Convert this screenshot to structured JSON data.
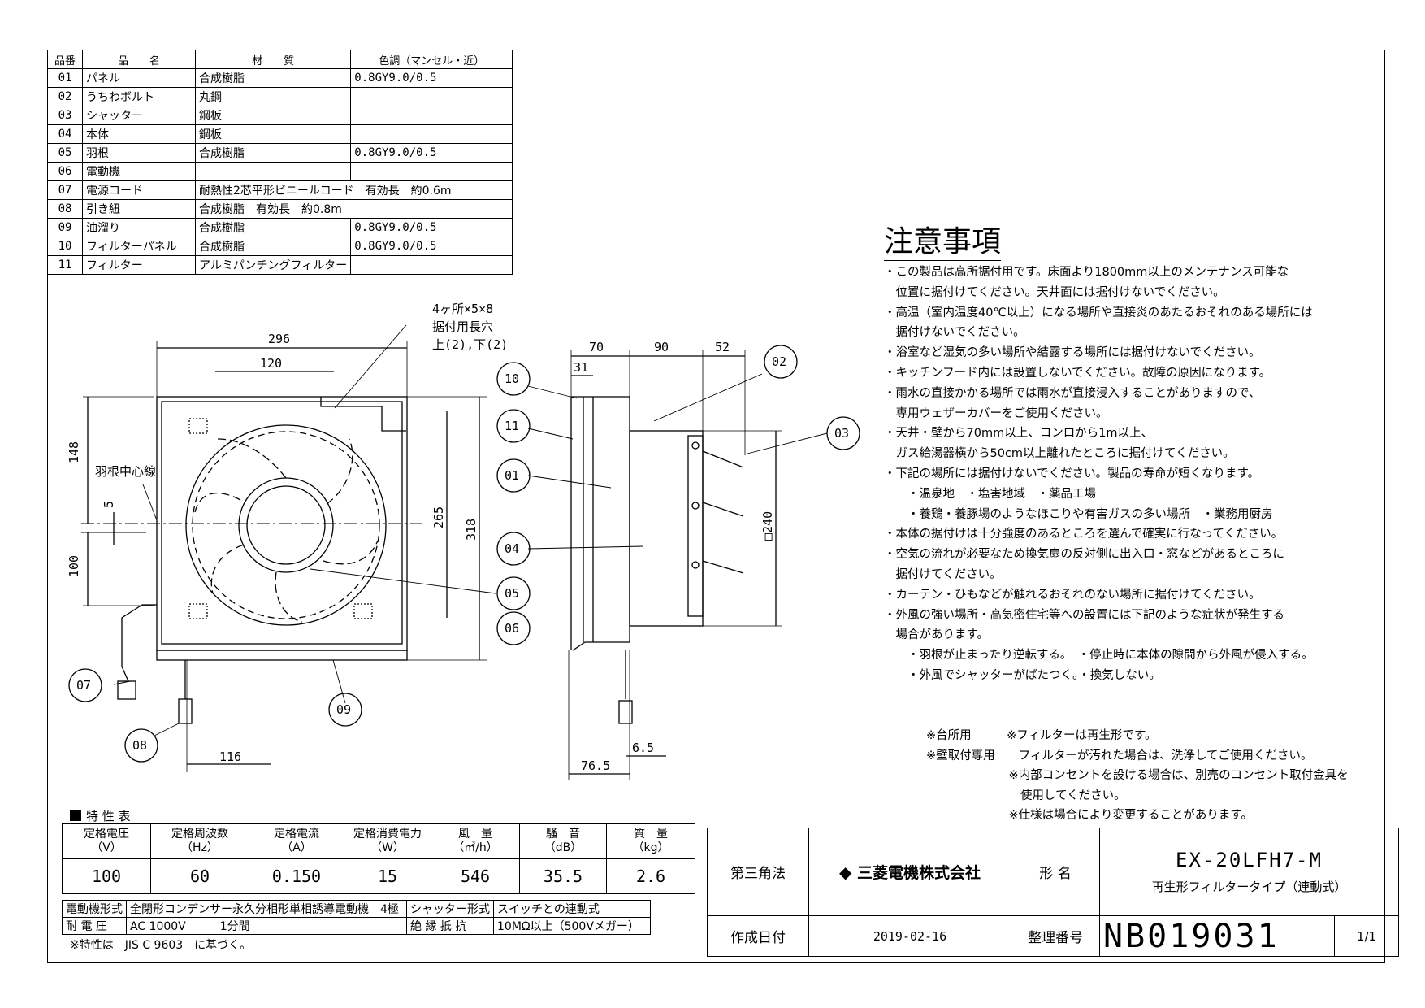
{
  "parts_header": [
    "品番",
    "品　　名",
    "材　　質",
    "色調（マンセル・近）"
  ],
  "parts": [
    {
      "no": "01",
      "name": "パネル",
      "material": "合成樹脂",
      "color": "0.8GY9.0/0.5"
    },
    {
      "no": "02",
      "name": "うちわボルト",
      "material": "丸鋼",
      "color": ""
    },
    {
      "no": "03",
      "name": "シャッター",
      "material": "鋼板",
      "color": ""
    },
    {
      "no": "04",
      "name": "本体",
      "material": "鋼板",
      "color": ""
    },
    {
      "no": "05",
      "name": "羽根",
      "material": "合成樹脂",
      "color": "0.8GY9.0/0.5"
    },
    {
      "no": "06",
      "name": "電動機",
      "material": "",
      "color": ""
    },
    {
      "no": "07",
      "name": "電源コード",
      "material": "耐熱性2芯平形ビニールコード　有効長　約0.6m",
      "color": ""
    },
    {
      "no": "08",
      "name": "引き紐",
      "material": "合成樹脂　有効長　約0.8m",
      "color": ""
    },
    {
      "no": "09",
      "name": "油溜り",
      "material": "合成樹脂",
      "color": "0.8GY9.0/0.5"
    },
    {
      "no": "10",
      "name": "フィルターパネル",
      "material": "合成樹脂",
      "color": "0.8GY9.0/0.5"
    },
    {
      "no": "11",
      "name": "フィルター",
      "material": "アルミパンチングフィルター",
      "color": ""
    }
  ],
  "notes": {
    "title": "注意事項",
    "lines": [
      "・この製品は高所据付用です。床面より1800mm以上のメンテナンス可能な",
      "　位置に据付けてください。天井面には据付けないでください。",
      "・高温（室内温度40℃以上）になる場所や直接炎のあたるおそれのある場所には",
      "　据付けないでください。",
      "・浴室など湿気の多い場所や結露する場所には据付けないでください。",
      "・キッチンフード内には設置しないでください。故障の原因になります。",
      "・雨水の直接かかる場所では雨水が直接浸入することがありますので、",
      "　専用ウェザーカバーをご使用ください。",
      "・天井・壁から70mm以上、コンロから1m以上、",
      "　ガス給湯器横から50cm以上離れたところに据付けてください。",
      "・下記の場所には据付けないでください。製品の寿命が短くなります。",
      "　　・温泉地　・塩害地域　・薬品工場",
      "　　・養鶏・養豚場のようなほこりや有害ガスの多い場所　・業務用厨房",
      "・本体の据付けは十分強度のあるところを選んで確実に行なってください。",
      "・空気の流れが必要なため換気扇の反対側に出入口・窓などがあるところに",
      "　据付けてください。",
      "・カーテン・ひもなどが触れるおそれのない場所に据付けてください。",
      "・外風の強い場所・高気密住宅等への設置には下記のような症状が発生する",
      "　場合があります。",
      "　　・羽根が止まったり逆転する。　・停止時に本体の隙間から外風が侵入する。",
      "　　・外風でシャッターがばたつく。・換気しない。"
    ]
  },
  "remarks": [
    "※台所用　　　※フィルターは再生形です。",
    "※壁取付専用　　フィルターが汚れた場合は、洗浄してご使用ください。",
    "　　　　　　　※内部コンセントを設ける場合は、別売のコンセント取付金具を",
    "　　　　　　　　使用してください。",
    "　　　　　　　※仕様は場合により変更することがあります。"
  ],
  "spec": {
    "title": "特 性 表",
    "headers": [
      [
        "定格電圧",
        "（V）"
      ],
      [
        "定格周波数",
        "（Hz）"
      ],
      [
        "定格電流",
        "（A）"
      ],
      [
        "定格消費電力",
        "（W）"
      ],
      [
        "風　量",
        "（㎥/h）"
      ],
      [
        "騒　音",
        "（dB）"
      ],
      [
        "質　量",
        "（kg）"
      ]
    ],
    "values": [
      "100",
      "60",
      "0.150",
      "15",
      "546",
      "35.5",
      "2.6"
    ],
    "motor_label": "電動機形式",
    "motor_value": "全閉形コンデンサー永久分相形単相誘導電動機　4極",
    "shutter_label": "シャッター形式",
    "shutter_value": "スイッチとの連動式",
    "withstand_label": "耐 電 圧",
    "withstand_value": "AC 1000V　　　1分間",
    "insulation_label": "絶 縁 抵 抗",
    "insulation_value": "10MΩ以上（500Vメガー）",
    "footnote": "※特性は　JIS C 9603　に基づく。"
  },
  "title_block": {
    "projection": "第三角法",
    "company": "三菱電機株式会社",
    "model_label": "形 名",
    "model": "EX-20LFH7-M",
    "model_desc": "再生形フィルタータイプ（連動式）",
    "date_label": "作成日付",
    "date": "2019-02-16",
    "number_label": "整理番号",
    "number": "NB019031",
    "sheet": "1/1"
  },
  "drawing": {
    "dims": [
      "296",
      "120",
      "148",
      "5",
      "100",
      "265",
      "318",
      "116",
      "70",
      "90",
      "52",
      "31",
      "□240",
      "6.5",
      "76.5"
    ],
    "hole_note": [
      "4ヶ所×5×8",
      "据付用長穴",
      "上(2),下(2)"
    ],
    "center_label": "羽根中心線",
    "callouts": [
      "01",
      "02",
      "03",
      "04",
      "05",
      "06",
      "07",
      "08",
      "09",
      "10",
      "11"
    ]
  }
}
